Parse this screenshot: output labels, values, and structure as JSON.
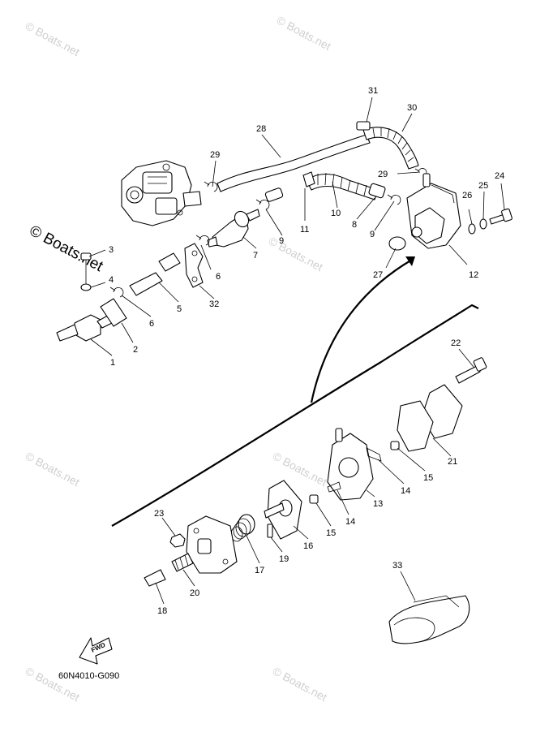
{
  "diagram": {
    "code": "60N4010-G090",
    "watermark": "© Boats.net",
    "fwd_label": "FWD",
    "callouts": {
      "c1": "1",
      "c2": "2",
      "c3": "3",
      "c4": "4",
      "c5": "5",
      "c6a": "6",
      "c6b": "6",
      "c7": "7",
      "c8": "8",
      "c9a": "9",
      "c9b": "9",
      "c10": "10",
      "c11": "11",
      "c12": "12",
      "c13": "13",
      "c14a": "14",
      "c14b": "14",
      "c15a": "15",
      "c15b": "15",
      "c16": "16",
      "c17": "17",
      "c18": "18",
      "c19": "19",
      "c20": "20",
      "c21": "21",
      "c22": "22",
      "c23": "23",
      "c24": "24",
      "c25": "25",
      "c26": "26",
      "c27": "27",
      "c28": "28",
      "c29a": "29",
      "c29b": "29",
      "c30": "30",
      "c31": "31",
      "c32": "32",
      "c33": "33"
    }
  }
}
